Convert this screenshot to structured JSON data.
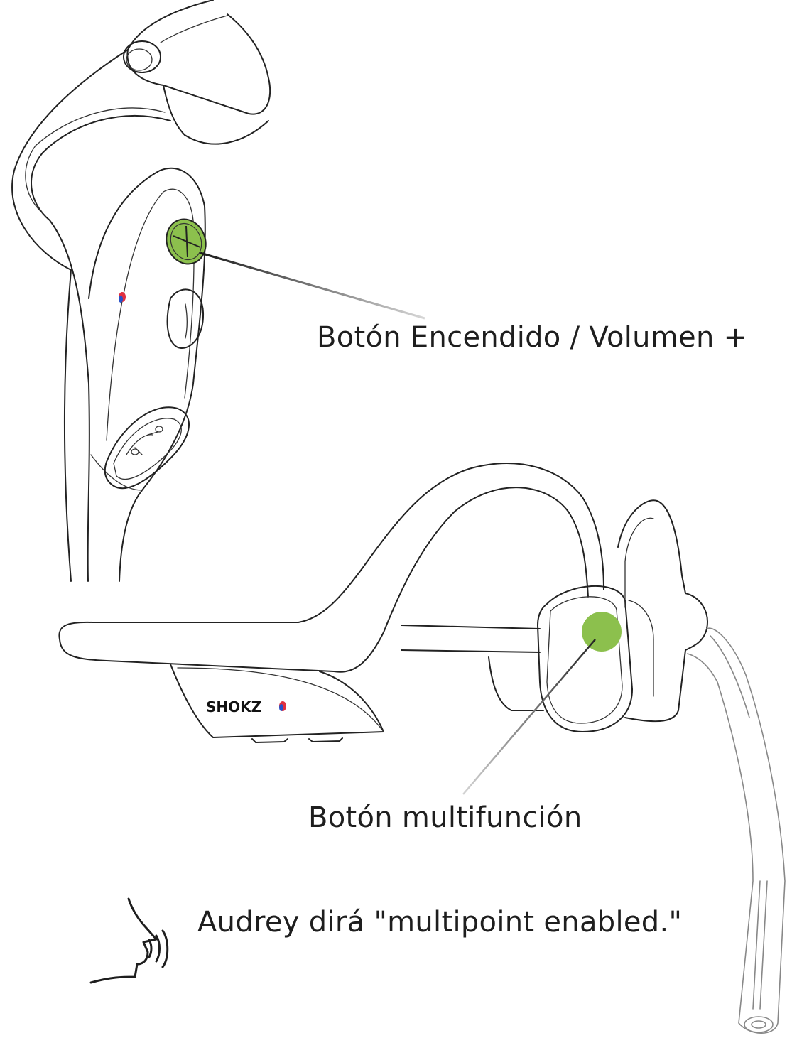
{
  "labels": {
    "power_volume": "Botón Encendido / Volumen +",
    "multifunction": "Botón multifunción",
    "voice_prompt": "Audrey dirá \"multipoint enabled.\""
  },
  "brand": "SHOKZ",
  "colors": {
    "button_highlight": "#8cc04d",
    "indicator_red": "#e03040",
    "indicator_blue": "#2850c8"
  },
  "icons": {
    "speaking": "speaking-head-icon"
  }
}
